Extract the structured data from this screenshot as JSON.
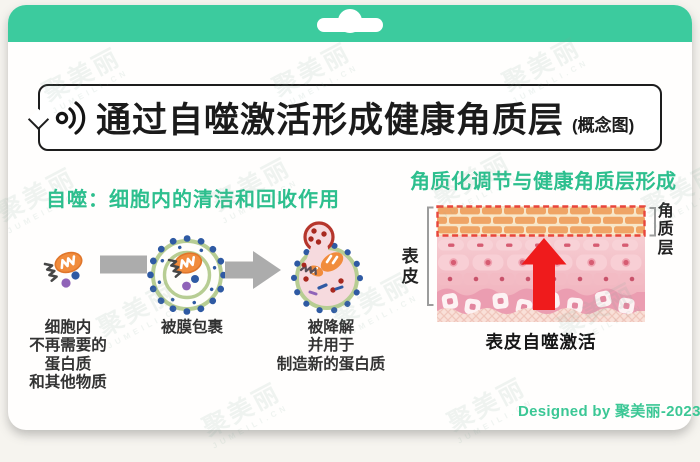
{
  "header": {
    "title": "通过自噬激活形成健康角质层",
    "subtitle": "(概念图)",
    "icon": "megaphone-icon"
  },
  "left_panel": {
    "heading": "自噬：细胞内的清洁和回收作用",
    "stages": [
      {
        "label_lines": [
          "细胞内",
          "不再需要的",
          "蛋白质",
          "和其他物质"
        ]
      },
      {
        "label_lines": [
          "被膜包裹"
        ]
      },
      {
        "label_lines": [
          "被降解",
          "并用于",
          "制造新的蛋白质"
        ]
      }
    ]
  },
  "right_panel": {
    "heading": "角质化调节与健康角质层形成",
    "label_left": "表皮",
    "label_right": "角质层",
    "caption": "表皮自噬激活"
  },
  "footer": {
    "credit": "Designed by 聚美丽-2023"
  },
  "watermark": {
    "text": "聚美丽",
    "subtext": "JUMEILI.CN"
  },
  "colors": {
    "band_green": "#3ccb9e",
    "heading_green": "#2dbf8e",
    "credit_green": "#3bc795",
    "arrow_gray": "#acacac",
    "activation_red": "#ef1b1c",
    "dashed_border_red": "#e8453b",
    "brick_orange": "#efa465",
    "membrane_green": "#b7cd93",
    "mitochondrion_orange": "#f18c3c",
    "dot_blue": "#2f5aa3",
    "dot_purple": "#9063b8",
    "lysosome_red": "#b6362c"
  }
}
